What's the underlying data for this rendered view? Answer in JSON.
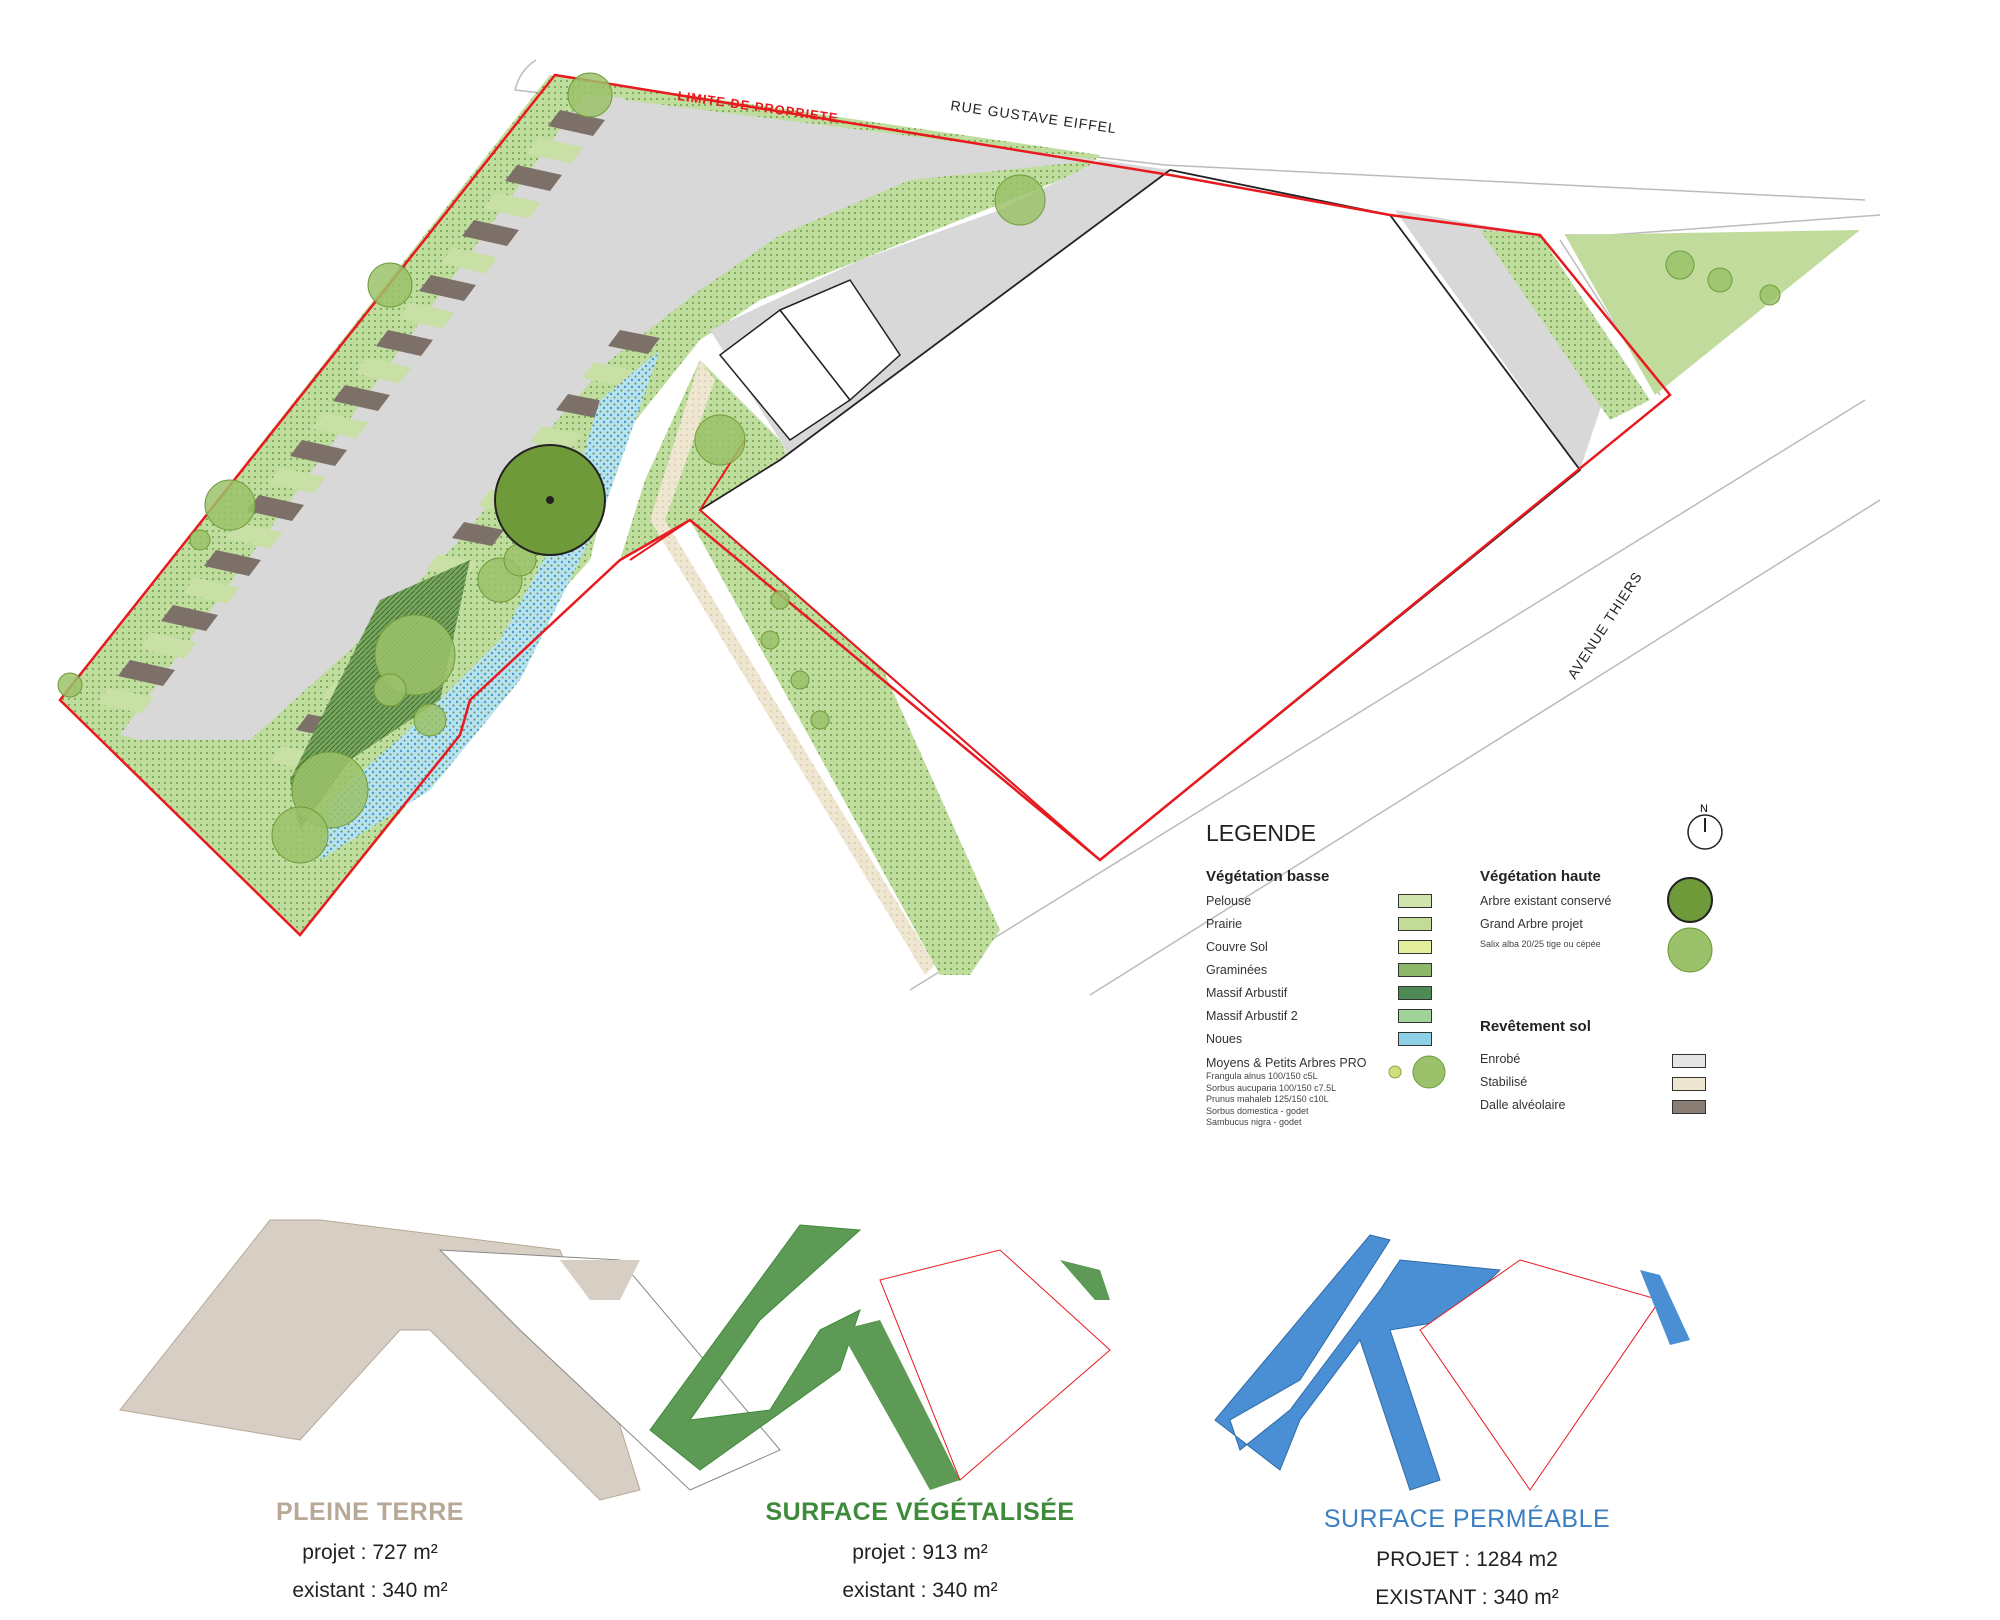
{
  "plan": {
    "property_limit_label": "LIMITE DE PROPRIETE",
    "street_north": "RUE GUSTAVE EIFFEL",
    "street_east": "AVENUE THIERS",
    "north_label": "N"
  },
  "legend": {
    "title": "LEGENDE",
    "low_veg_heading": "Végétation basse",
    "low_veg_items": [
      "Pelouse",
      "Prairie",
      "Couvre Sol",
      "Graminées",
      "Massif Arbustif",
      "Massif Arbustif 2",
      "Noues",
      "Moyens & Petits Arbres PRO"
    ],
    "small_tree_species": [
      "Frangula alnus 100/150 c5L",
      "Sorbus aucuparia 100/150 c7.5L",
      "Prunus mahaleb 125/150 c10L",
      "Sorbus domestica - godet",
      "Sambucus nigra - godet"
    ],
    "high_veg_heading": "Végétation haute",
    "high_veg_items": [
      "Arbre existant conservé",
      "Grand Arbre projet"
    ],
    "big_tree_note": "Salix alba 20/25 tige ou cépée",
    "surface_heading": "Revêtement sol",
    "surface_items": [
      "Enrobé",
      "Stabilisé",
      "Dalle alvéolaire"
    ]
  },
  "summaries": [
    {
      "title": "PLEINE TERRE",
      "line1": "projet : 727 m²",
      "line2": "existant : 340 m²",
      "color": "#b7a897"
    },
    {
      "title": "SURFACE VÉGÉTALISÉE",
      "line1": "projet : 913 m²",
      "line2": "existant : 340 m²",
      "color": "#3f8a3a"
    },
    {
      "title": "SURFACE PERMÉABLE",
      "line1": "PROJET : 1284 m2",
      "line2": "EXISTANT : 340 m²",
      "color": "#3b7ec2"
    }
  ],
  "colors": {
    "boundary": "#e8191f",
    "asphalt": "#d9d9d9",
    "lawn": "#c9e0a5",
    "meadow": "#b9d78f",
    "shrub": "#6b9a4e",
    "swale": "#a9d8ea",
    "path": "#e9dfc7",
    "tree": "#9bc26a"
  }
}
